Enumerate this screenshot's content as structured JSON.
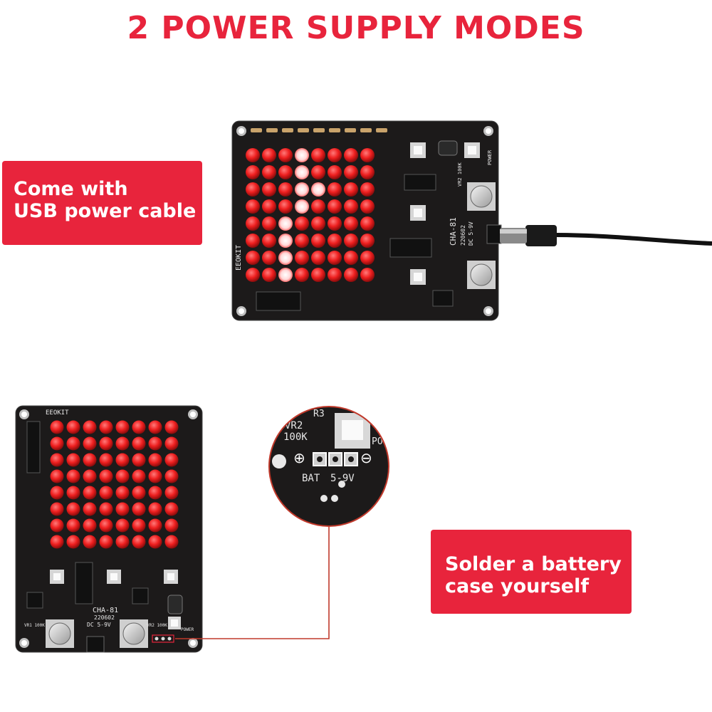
{
  "title": "2 POWER SUPPLY MODES",
  "callouts": {
    "usb": {
      "line1": "Come with",
      "line2": "USB power cable"
    },
    "battery": {
      "line1": "Solder a battery",
      "line2": "case yourself"
    }
  },
  "board_top": {
    "brand": "EEOKIT",
    "model": "CHA-81",
    "date": "220602",
    "dc_label": "DC 5-9V",
    "power_label": "POWER",
    "vr_label": "VR2 100K"
  },
  "board_bottom": {
    "brand": "EEOKIT",
    "model": "CHA-81",
    "date": "220602",
    "dc_label": "DC 5-9V",
    "vr1_label": "VR1 100K",
    "vr2_label": "VR2 100K",
    "power_label": "POWER"
  },
  "zoom": {
    "vr_label": "VR2",
    "vr_value": "100K",
    "sw_label": "PO",
    "bat_label": "BAT",
    "volt_label": "5-9V",
    "r_label": "R3"
  },
  "colors": {
    "accent": "#e8243c",
    "pcb": "#1c1a1a",
    "led_on": "#ff2a2a",
    "led_lit": "#ffffff"
  }
}
